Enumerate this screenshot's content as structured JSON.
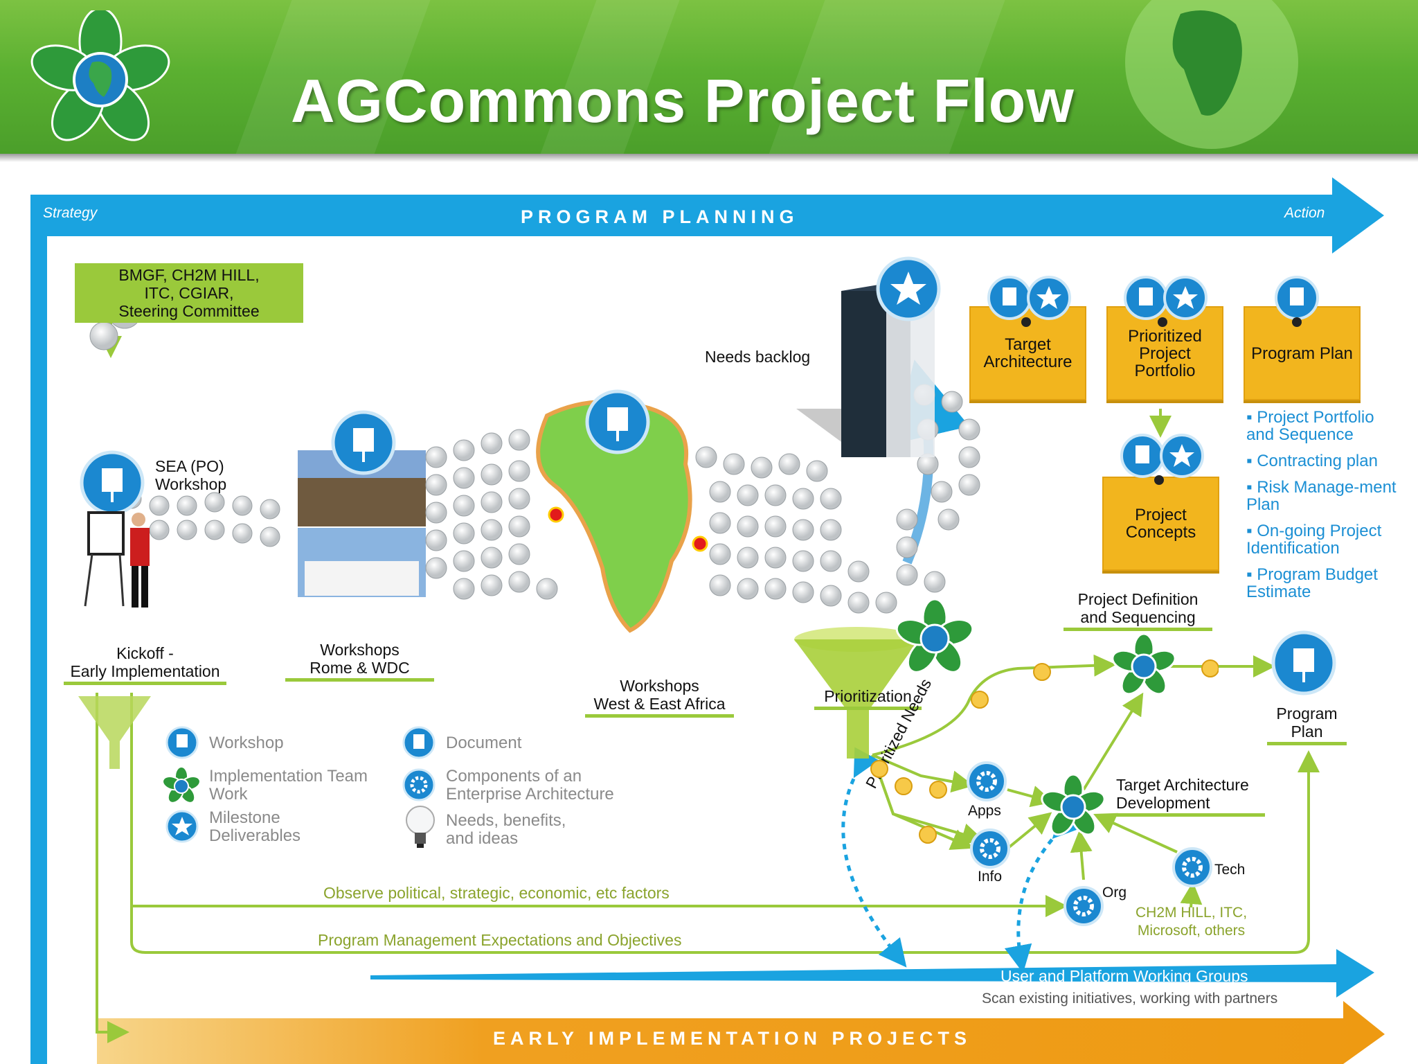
{
  "header": {
    "title": "AGCommons Project Flow"
  },
  "banner": {
    "planning": "PROGRAM PLANNING",
    "strategy": "Strategy",
    "action": "Action",
    "implementation": "EARLY IMPLEMENTATION PROJECTS"
  },
  "steering": {
    "text_lines": [
      "BMGF, CH2M HILL,",
      "ITC, CGIAR,",
      "Steering Committee"
    ]
  },
  "stages": {
    "sea": [
      "SEA (PO)",
      "Workshop"
    ],
    "kickoff": [
      "Kickoff -",
      "Early Implementation"
    ],
    "rome": [
      "Workshops",
      "Rome & WDC"
    ],
    "africa": [
      "Workshops",
      "West & East Africa"
    ],
    "needs_backlog": "Needs backlog",
    "prioritization": "Prioritization",
    "prioritized_needs": "Prioritized Needs",
    "project_definition": [
      "Project Definition",
      "and Sequencing"
    ],
    "target_arch_dev": [
      "Target Architecture",
      "Development"
    ],
    "program_plan": [
      "Program",
      "Plan"
    ]
  },
  "deliverables": {
    "target_architecture": "Target Architecture",
    "prioritized_portfolio": "Prioritized Project Portfolio",
    "program_plan": "Program Plan",
    "project_concepts": "Project Concepts"
  },
  "plan_items": [
    "Project Portfolio and Sequence",
    "Contracting plan",
    "Risk Manage-ment Plan",
    "On-going Project Identification",
    "Program Budget Estimate"
  ],
  "components": {
    "apps": "Apps",
    "info": "Info",
    "org": "Org",
    "tech": "Tech",
    "partners": [
      "CH2M HILL, ITC,",
      "Microsoft, others"
    ]
  },
  "legend": {
    "workshop": "Workshop",
    "impl_team": [
      "Implementation Team",
      "Work"
    ],
    "milestone": [
      "Milestone",
      "Deliverables"
    ],
    "document": "Document",
    "components": [
      "Components of an",
      "Enterprise Architecture"
    ],
    "needs": [
      "Needs, benefits,",
      "and ideas"
    ]
  },
  "flows": {
    "observe": "Observe political, strategic, economic, etc factors",
    "pm_expectations": "Program Management Expectations and Objectives",
    "working_groups": "User and Platform Working Groups",
    "scan": "Scan existing initiatives, working with partners"
  },
  "colors": {
    "header_green": "#5bb031",
    "band_blue": "#1aa3e0",
    "band_orange": "#f0a020",
    "box_yellow": "#f2b51e",
    "line_green": "#9ac93b",
    "text_blue": "#1b8fd4"
  },
  "icons": [
    "logo-flower-globe",
    "globe-icon",
    "workshop-icon",
    "document-icon",
    "star-icon",
    "gear-icon",
    "bulb-icon",
    "impl-flower-icon",
    "funnel-icon"
  ]
}
